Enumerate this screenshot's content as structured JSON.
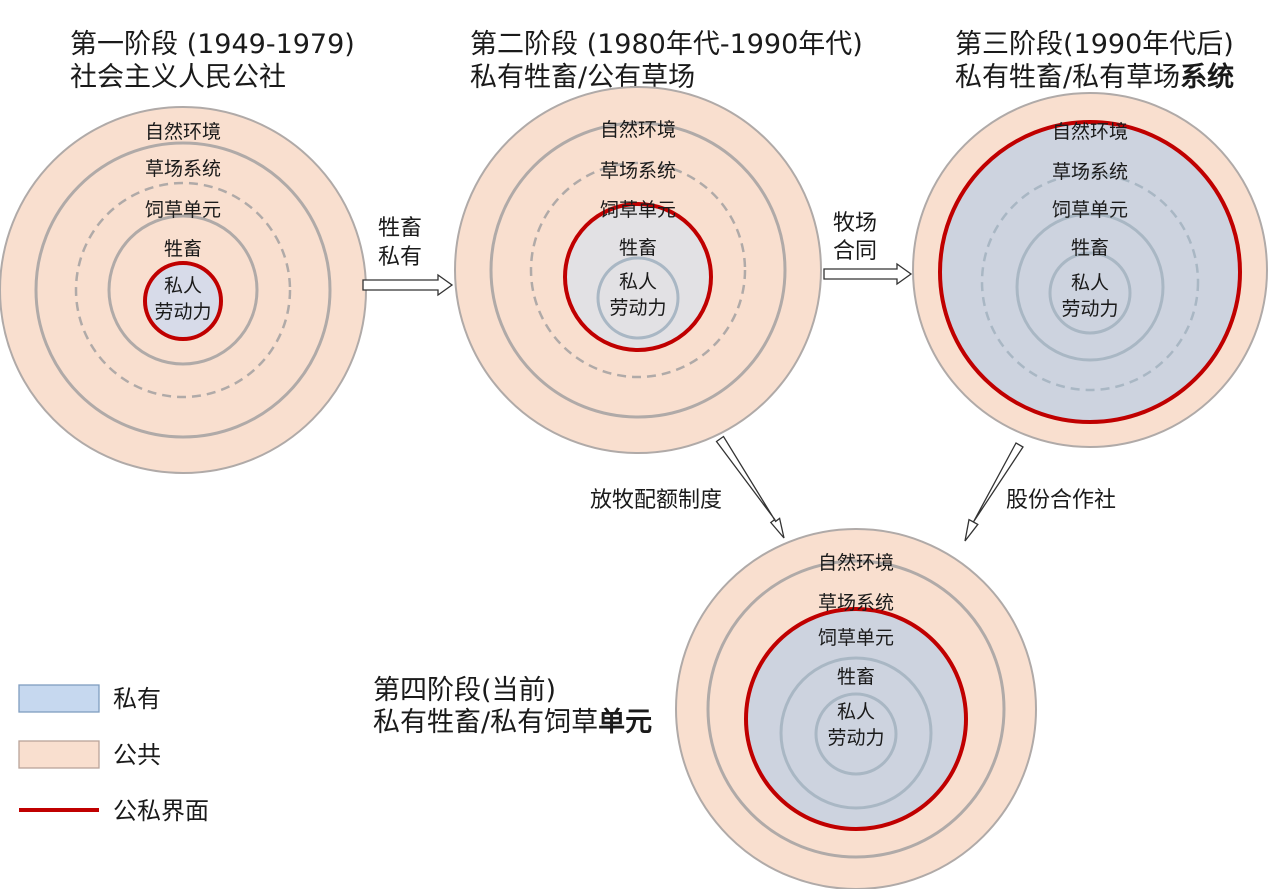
{
  "colors": {
    "public_fill": "#f9dfcf",
    "private_fill": "#cdd3df",
    "private_fill_inner": "#d7dbe9",
    "stage2_private_fill": "#e2e1e4",
    "ring_outer": "#b0aaa8",
    "ring_inner": "#a9b7c4",
    "interface": "#c00000",
    "legend_private": "#c6d8ef",
    "legend_private_border": "#7f9dbf",
    "legend_public_border": "#b9a49a"
  },
  "stages": [
    {
      "title_line1": "第一阶段 (1949-1979)",
      "title_line2": "社会主义人民公社",
      "rings": {
        "environment": "自然环境",
        "grassland": "草场系统",
        "forage": "饲草单元",
        "livestock": "牲畜",
        "labor_line1": "私人",
        "labor_line2": "劳动力"
      }
    },
    {
      "title_line1": "第二阶段 (1980年代-1990年代)",
      "title_line2": "私有牲畜/公有草场",
      "rings": {
        "environment": "自然环境",
        "grassland": "草场系统",
        "forage": "饲草单元",
        "livestock": "牲畜",
        "labor_line1": "私人",
        "labor_line2": "劳动力"
      }
    },
    {
      "title_line1": "第三阶段(1990年代后)",
      "title_line2_plain": "私有牲畜/私有草场",
      "title_line2_bold": "系统",
      "rings": {
        "environment": "自然环境",
        "grassland": "草场系统",
        "forage": "饲草单元",
        "livestock": "牲畜",
        "labor_line1": "私人",
        "labor_line2": "劳动力"
      }
    },
    {
      "title_line1": "第四阶段(当前)",
      "title_line2_plain": "私有牲畜/私有饲草",
      "title_line2_bold": "单元",
      "rings": {
        "environment": "自然环境",
        "grassland": "草场系统",
        "forage": "饲草单元",
        "livestock": "牲畜",
        "labor_line1": "私人",
        "labor_line2": "劳动力"
      }
    }
  ],
  "arrows": {
    "stage1_to_2_line1": "牲畜",
    "stage1_to_2_line2": "私有",
    "stage2_to_3_line1": "牧场",
    "stage2_to_3_line2": "合同",
    "stage2_to_4": "放牧配额制度",
    "stage3_to_4": "股份合作社"
  },
  "legend": {
    "private": "私有",
    "public": "公共",
    "interface": "公私界面"
  }
}
